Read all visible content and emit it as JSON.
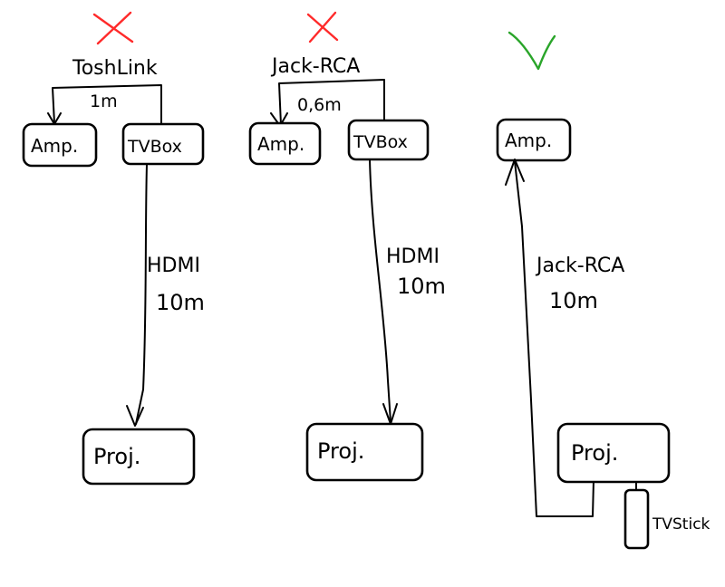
{
  "colors": {
    "ink": "#000000",
    "cross": "#ff2a2a",
    "check": "#2aa52a",
    "background": "#ffffff"
  },
  "setups": [
    {
      "verdict": "cross",
      "verdict_icon": "cross-mark-icon",
      "amp_label": "Amp.",
      "source_label": "TVBox",
      "projector_label": "Proj.",
      "audio_cable": "ToshLink",
      "audio_length": "1m",
      "video_cable": "HDMI",
      "video_length": "10m"
    },
    {
      "verdict": "cross",
      "verdict_icon": "cross-mark-icon",
      "amp_label": "Amp.",
      "source_label": "TVBox",
      "projector_label": "Proj.",
      "audio_cable": "Jack-RCA",
      "audio_length": "0,6m",
      "video_cable": "HDMI",
      "video_length": "10m"
    },
    {
      "verdict": "check",
      "verdict_icon": "check-mark-icon",
      "amp_label": "Amp.",
      "projector_label": "Proj.",
      "stick_label": "TVStick",
      "audio_cable": "Jack-RCA",
      "audio_length": "10m"
    }
  ]
}
